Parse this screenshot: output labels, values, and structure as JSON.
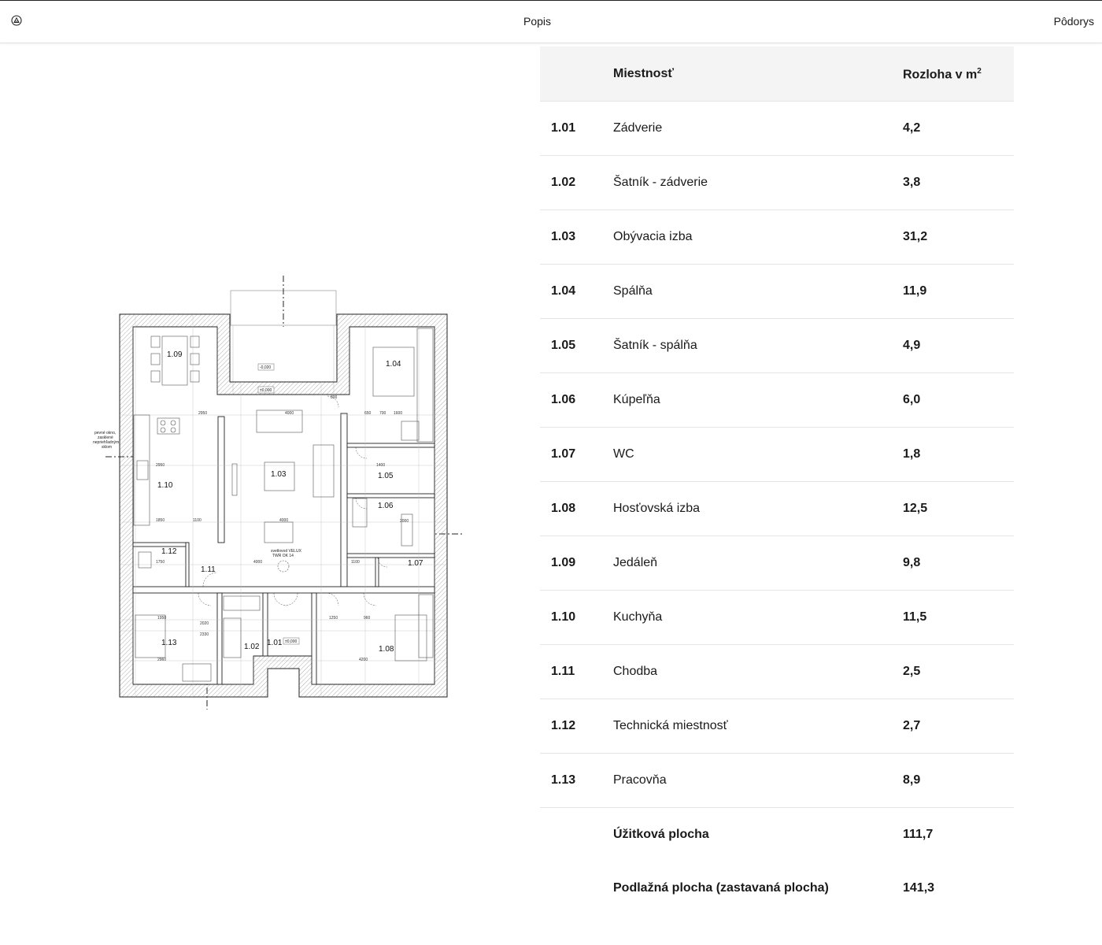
{
  "header": {
    "nav_center": "Popis",
    "nav_right": "Pôdorys"
  },
  "table": {
    "col_name": "Miestnosť",
    "col_area": "Rozloha v m",
    "col_area_sup": "2",
    "rows": [
      {
        "num": "1.01",
        "name": "Zádverie",
        "area": "4,2"
      },
      {
        "num": "1.02",
        "name": "Šatník - zádverie",
        "area": "3,8"
      },
      {
        "num": "1.03",
        "name": "Obývacia izba",
        "area": "31,2"
      },
      {
        "num": "1.04",
        "name": "Spálňa",
        "area": "11,9"
      },
      {
        "num": "1.05",
        "name": "Šatník - spálňa",
        "area": "4,9"
      },
      {
        "num": "1.06",
        "name": "Kúpeľňa",
        "area": "6,0"
      },
      {
        "num": "1.07",
        "name": "WC",
        "area": "1,8"
      },
      {
        "num": "1.08",
        "name": "Hosťovská izba",
        "area": "12,5"
      },
      {
        "num": "1.09",
        "name": "Jedáleň",
        "area": "9,8"
      },
      {
        "num": "1.10",
        "name": "Kuchyňa",
        "area": "11,5"
      },
      {
        "num": "1.11",
        "name": "Chodba",
        "area": "2,5"
      },
      {
        "num": "1.12",
        "name": "Technická miestnosť",
        "area": "2,7"
      },
      {
        "num": "1.13",
        "name": "Pracovňa",
        "area": "8,9"
      }
    ],
    "totals": [
      {
        "label": "Úžitková plocha",
        "value": "111,7"
      },
      {
        "label": "Podlažná plocha (zastavaná plocha)",
        "value": "141,3"
      }
    ]
  },
  "plan": {
    "room_labels": [
      "1.01",
      "1.02",
      "1.03",
      "1.04",
      "1.05",
      "1.06",
      "1.07",
      "1.08",
      "1.09",
      "1.10",
      "1.11",
      "1.12",
      "1.13"
    ],
    "elevations": [
      "-0,020",
      "±0,000",
      "±0,000"
    ],
    "notes": [
      "svetlovod VELUX",
      "TWR OK 14",
      "pevné okno,",
      "zasklené",
      "nepriehľadným",
      "sklom"
    ],
    "dims": [
      "2950",
      "4000",
      "4000",
      "1850",
      "1100",
      "1950",
      "2020",
      "2330",
      "4200",
      "2960",
      "1250",
      "700",
      "1600",
      "1400",
      "2000",
      "1750",
      "960",
      "800",
      "650",
      "2950",
      "4000",
      "1100"
    ]
  }
}
